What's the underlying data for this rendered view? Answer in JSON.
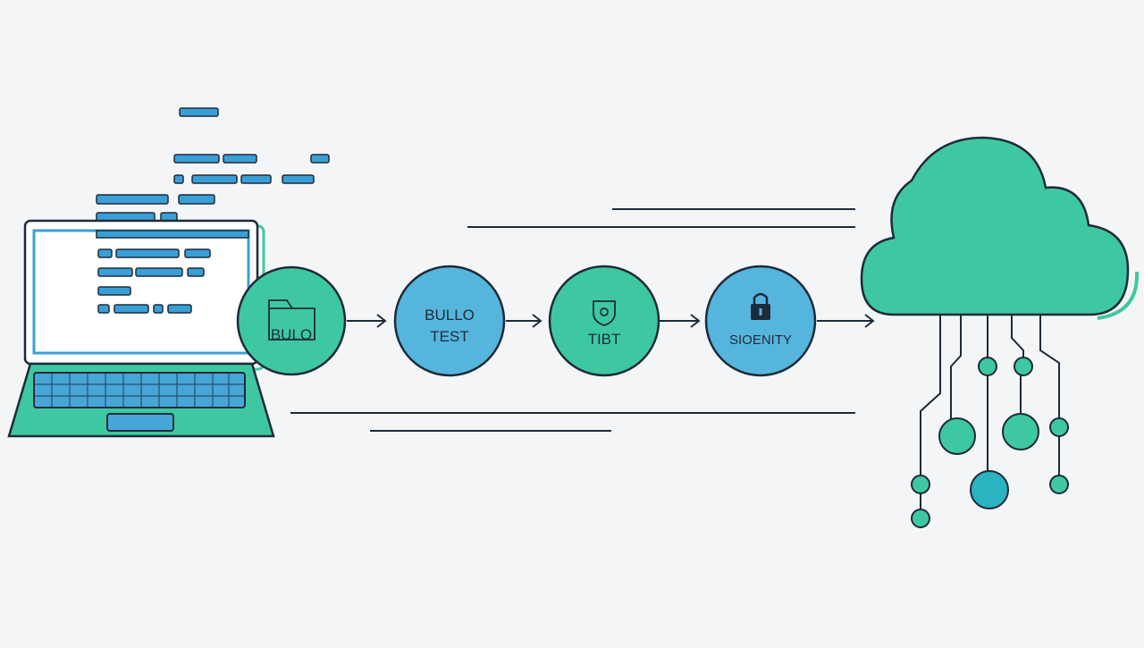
{
  "colors": {
    "background": "#f4f5f6",
    "outline": "#1d2b3a",
    "green": "#3ec8a2",
    "blue": "#55b5dd",
    "code_blue": "#3a9fd6",
    "keyboard_blue": "#47a6d8"
  },
  "icons": {
    "laptop": "laptop-icon",
    "build": "folder-icon",
    "test": "shield-badge-icon",
    "security": "lock-icon",
    "cloud": "cloud-icon"
  },
  "stages": [
    {
      "id": "build",
      "lines": [
        "BULO"
      ],
      "fill": "green",
      "icon": "folder-icon"
    },
    {
      "id": "build-test",
      "lines": [
        "BULLO",
        "TEST"
      ],
      "fill": "blue",
      "icon": ""
    },
    {
      "id": "test",
      "lines": [
        "TIBT"
      ],
      "fill": "green",
      "icon": "shield-badge-icon"
    },
    {
      "id": "security",
      "lines": [
        "SIOENITY"
      ],
      "fill": "blue",
      "icon": "lock-icon"
    }
  ]
}
